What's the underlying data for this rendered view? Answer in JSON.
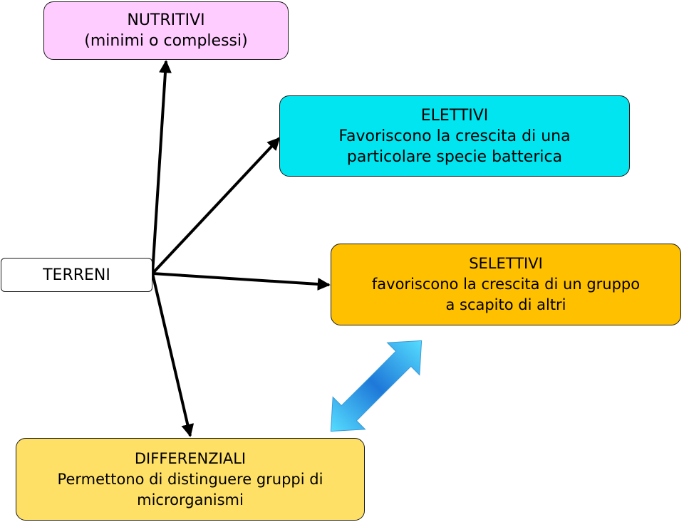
{
  "nodes": {
    "nutritivi": {
      "title": "NUTRITIVI",
      "line1": "(minimi o complessi)",
      "fill": "#ffccff"
    },
    "elettivi": {
      "title": "ELETTIVI",
      "line1": "Favoriscono la crescita di una",
      "line2": "particolare specie batterica",
      "fill": "#00e5f0"
    },
    "terreni": {
      "title": "TERRENI",
      "fill": "#ffffff"
    },
    "selettivi": {
      "title": "SELETTIVI",
      "line1": "favoriscono la crescita di un gruppo",
      "line2": "a scapito di altri",
      "fill": "#ffc000"
    },
    "differenziali": {
      "title": "DIFFERENZIALI",
      "line1": "Permettono di distinguere gruppi di",
      "line2": "microrganismi",
      "fill": "#ffe066"
    }
  },
  "edges": [
    {
      "from": "TERRENI",
      "to": "NUTRITIVI"
    },
    {
      "from": "TERRENI",
      "to": "ELETTIVI"
    },
    {
      "from": "TERRENI",
      "to": "SELETTIVI"
    },
    {
      "from": "TERRENI",
      "to": "DIFFERENZIALI"
    },
    {
      "from": "SELETTIVI",
      "to": "DIFFERENZIALI",
      "style": "double-headed blue block arrow"
    }
  ]
}
